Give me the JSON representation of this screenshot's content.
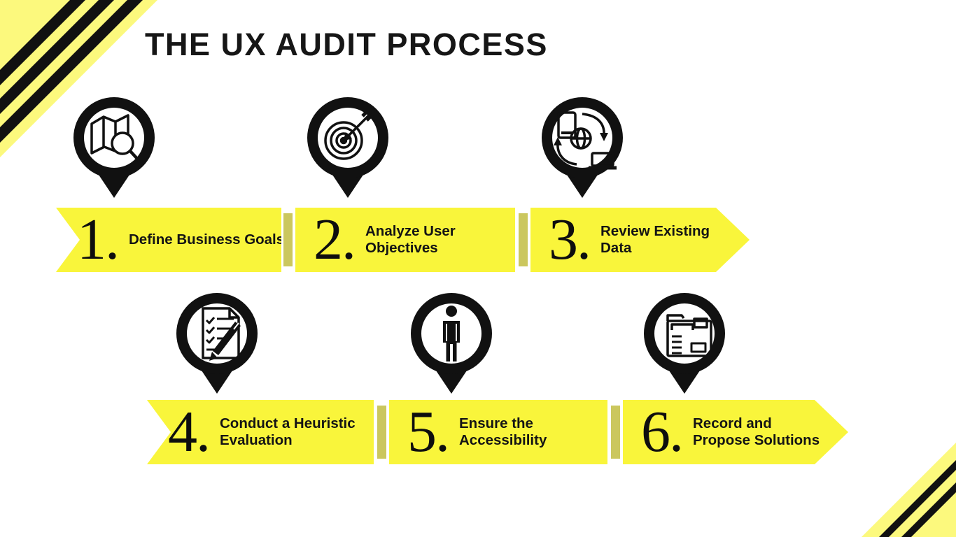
{
  "title": "THE UX AUDIT PROCESS",
  "steps": [
    {
      "number": "1.",
      "lines": [
        "Define Business Goals",
        ""
      ],
      "icon": "map-search-icon"
    },
    {
      "number": "2.",
      "lines": [
        "Analyze User",
        "Objectives"
      ],
      "icon": "target-arrow-icon"
    },
    {
      "number": "3.",
      "lines": [
        "Review Existing",
        "Data"
      ],
      "icon": "device-sync-icon"
    },
    {
      "number": "4.",
      "lines": [
        "Conduct a Heuristic",
        "Evaluation"
      ],
      "icon": "checklist-pencil-icon"
    },
    {
      "number": "5.",
      "lines": [
        "Ensure the",
        "Accessibility"
      ],
      "icon": "person-icon"
    },
    {
      "number": "6.",
      "lines": [
        "Record and",
        "Propose Solutions"
      ],
      "icon": "folder-records-icon"
    }
  ],
  "colors": {
    "banner_yellow": "#F9F53B",
    "corner_yellow": "#FCF97D",
    "separator_olive": "#CBC75E",
    "ink": "#111111",
    "bg": "#FFFFFF"
  }
}
